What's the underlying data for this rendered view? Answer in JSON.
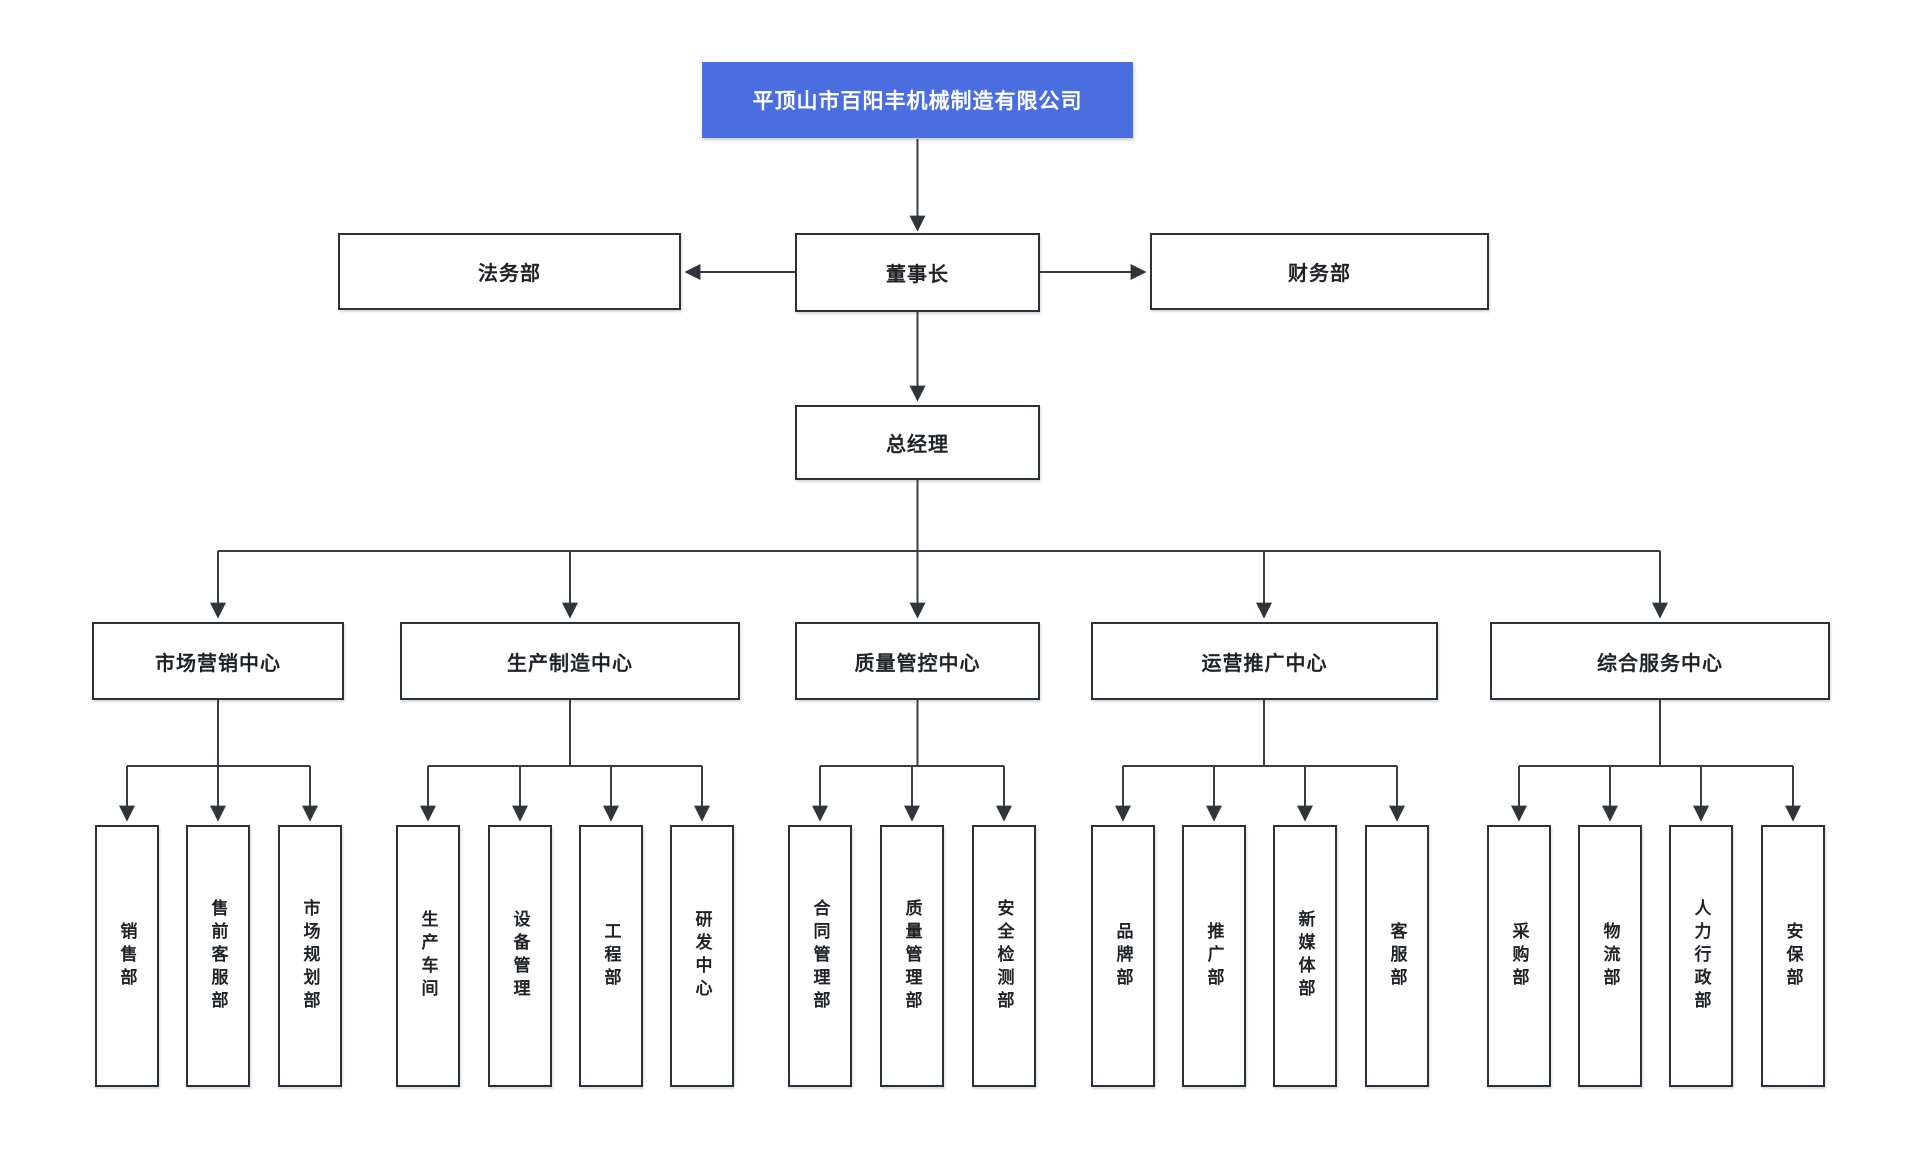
{
  "org_chart": {
    "company": {
      "label": "平顶山市百阳丰机械制造有限公司"
    },
    "board": {
      "legal": "法务部",
      "chairman": "董事长",
      "finance": "财务部"
    },
    "general_manager": "总经理",
    "centers": [
      {
        "label": "市场营销中心",
        "departments": [
          "销售部",
          "售前客服部",
          "市场规划部"
        ]
      },
      {
        "label": "生产制造中心",
        "departments": [
          "生产车间",
          "设备管理",
          "工程部",
          "研发中心"
        ]
      },
      {
        "label": "质量管控中心",
        "departments": [
          "合同管理部",
          "质量管理部",
          "安全检测部"
        ]
      },
      {
        "label": "运营推广中心",
        "departments": [
          "品牌部",
          "推广部",
          "新媒体部",
          "客服部"
        ]
      },
      {
        "label": "综合服务中心",
        "departments": [
          "采购部",
          "物流部",
          "人力行政部",
          "安保部"
        ]
      }
    ],
    "colors": {
      "company_box_bg": "#4a6de0",
      "company_box_text": "#ffffff",
      "box_border": "#2b3139",
      "connector_line": "#383e44",
      "text": "#1f2328"
    }
  }
}
